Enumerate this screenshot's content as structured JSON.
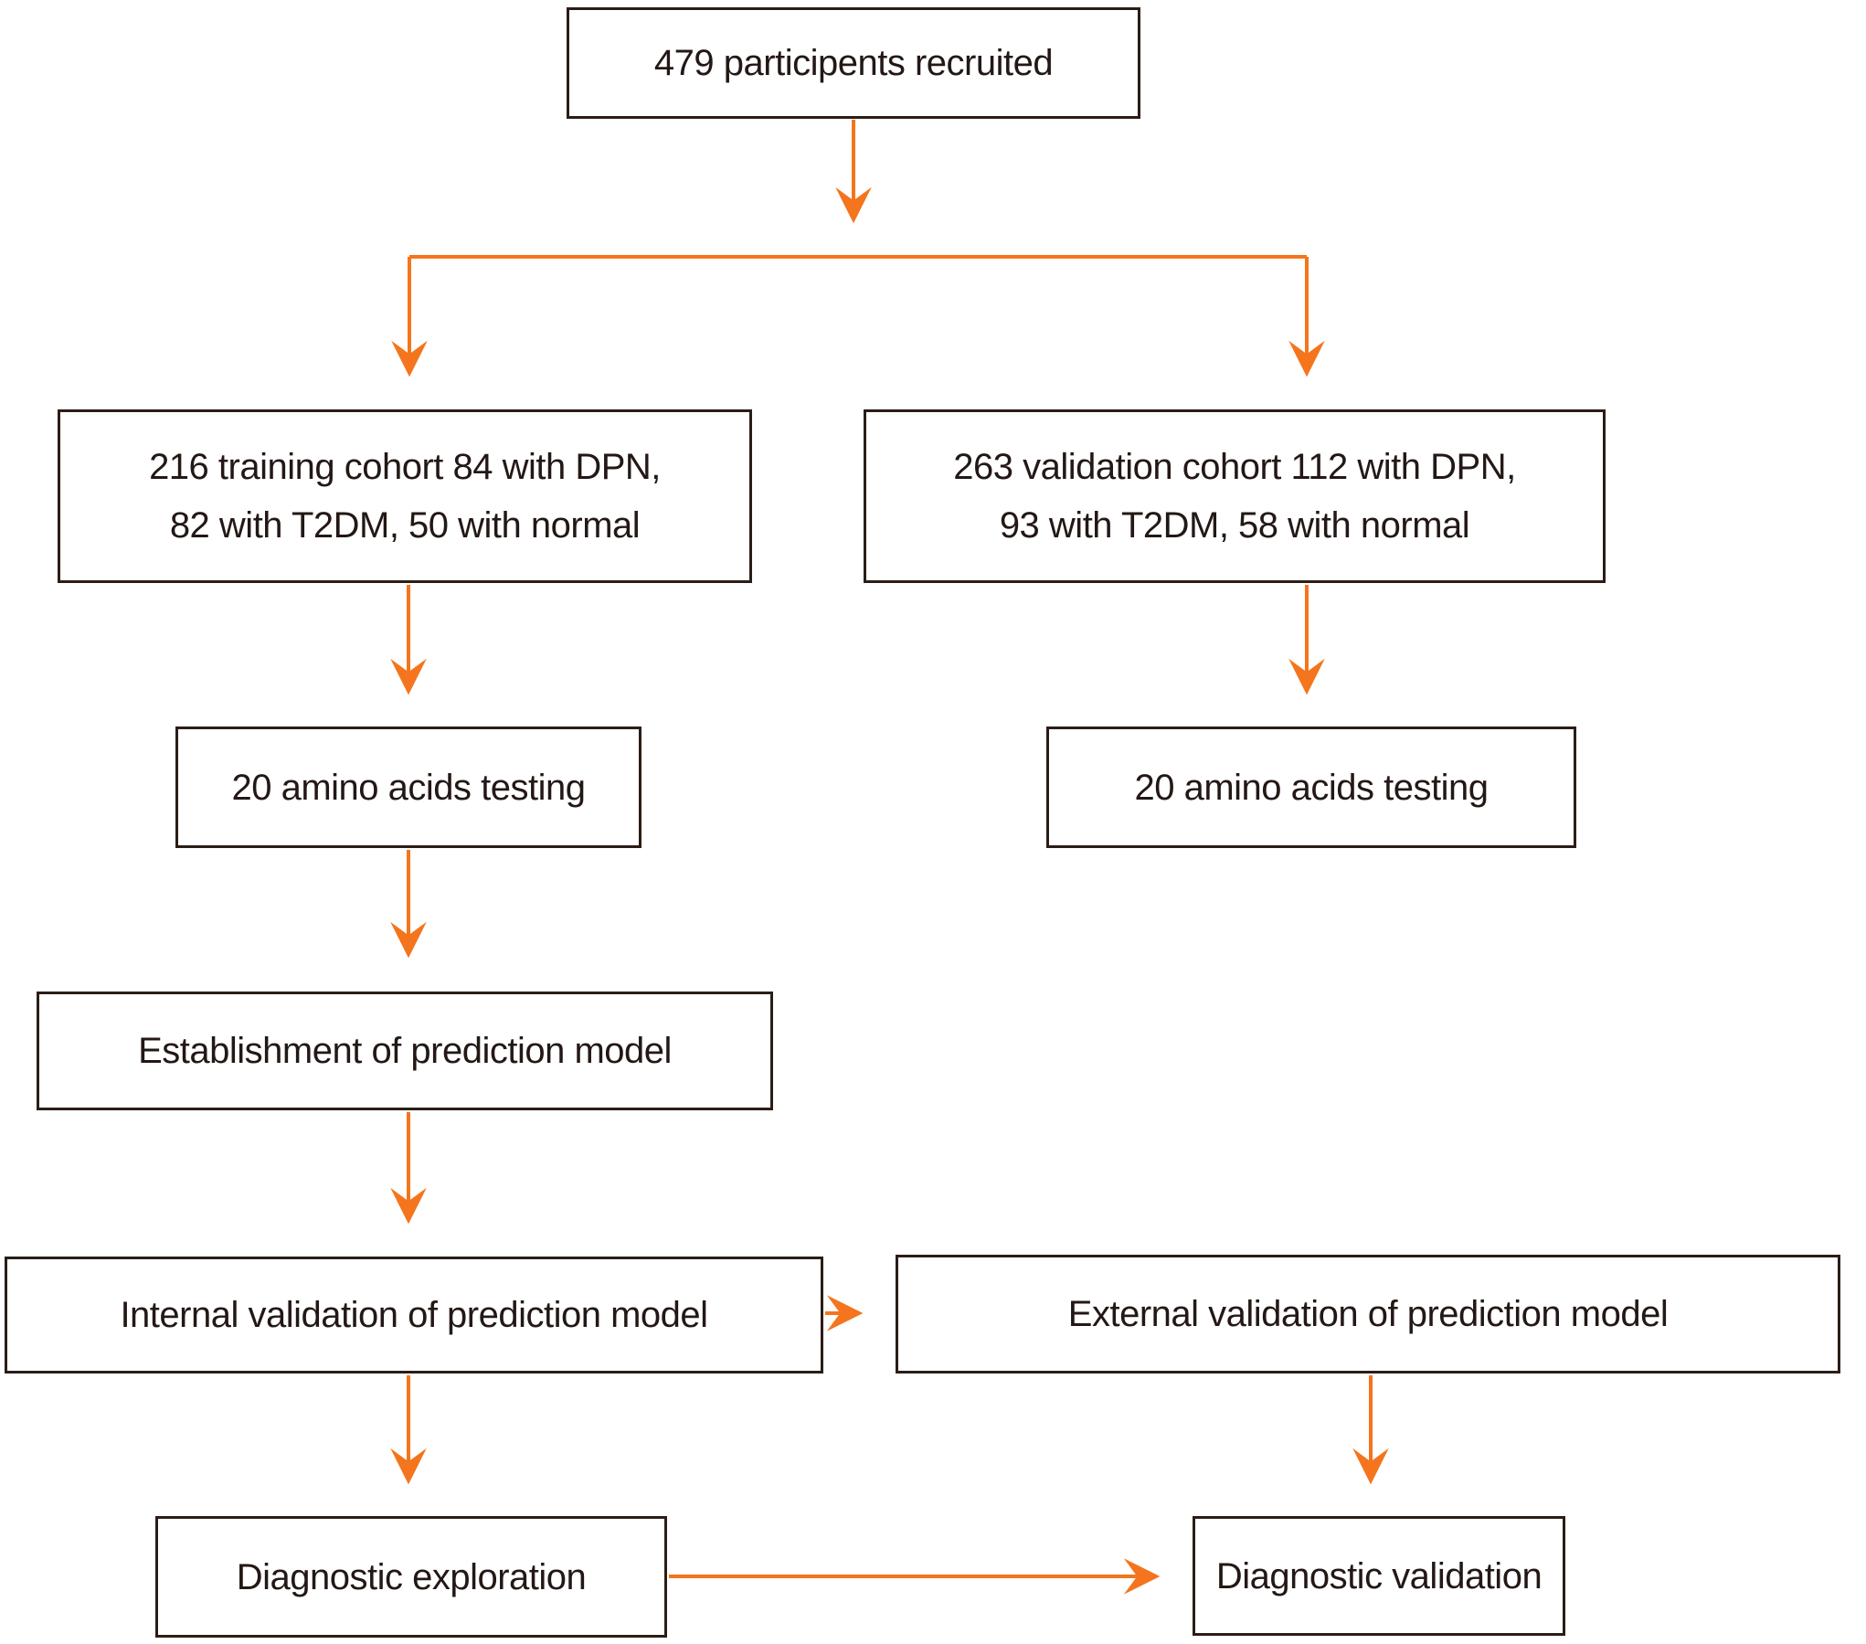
{
  "diagram": {
    "type": "flowchart",
    "colors": {
      "arrow": "#f4751d",
      "box_border": "#2b1d16",
      "text": "#231815",
      "background": "#ffffff"
    },
    "nodes": {
      "recruited": {
        "label": "479 participents recruited"
      },
      "training_cohort": {
        "line1": "216 training cohort 84 with DPN,",
        "line2": "82 with T2DM, 50 with normal"
      },
      "validation_cohort": {
        "line1": "263 validation cohort 112 with DPN,",
        "line2": "93 with T2DM, 58 with normal"
      },
      "amino_left": {
        "label": "20 amino acids testing"
      },
      "amino_right": {
        "label": "20 amino acids testing"
      },
      "establishment": {
        "label": "Establishment of prediction model"
      },
      "internal_validation": {
        "label": "Internal validation of prediction model"
      },
      "external_validation": {
        "label": "External validation of prediction model"
      },
      "diagnostic_exploration": {
        "label": "Diagnostic exploration"
      },
      "diagnostic_validation": {
        "label": "Diagnostic validation"
      }
    },
    "edges": [
      {
        "from": "recruited",
        "to": "training_cohort"
      },
      {
        "from": "recruited",
        "to": "validation_cohort"
      },
      {
        "from": "training_cohort",
        "to": "amino_left"
      },
      {
        "from": "validation_cohort",
        "to": "amino_right"
      },
      {
        "from": "amino_left",
        "to": "establishment"
      },
      {
        "from": "establishment",
        "to": "internal_validation"
      },
      {
        "from": "internal_validation",
        "to": "external_validation"
      },
      {
        "from": "internal_validation",
        "to": "diagnostic_exploration"
      },
      {
        "from": "external_validation",
        "to": "diagnostic_validation"
      },
      {
        "from": "diagnostic_exploration",
        "to": "diagnostic_validation"
      }
    ]
  }
}
